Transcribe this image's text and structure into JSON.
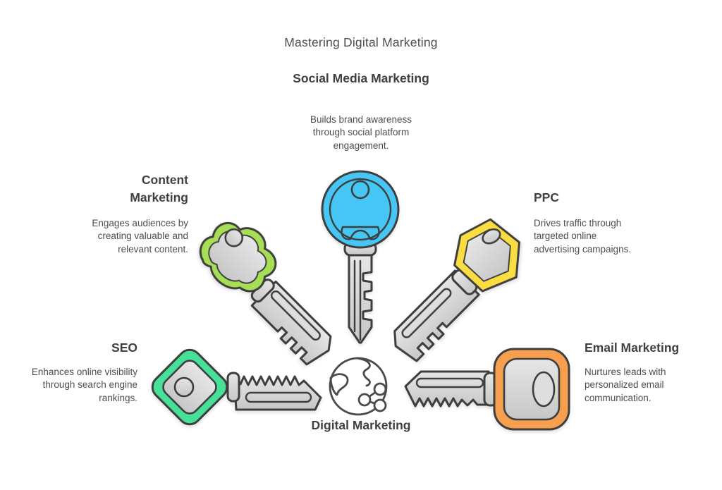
{
  "title": "Mastering Digital Marketing",
  "center": {
    "label": "Digital Marketing",
    "icon": "globe-share-icon"
  },
  "colors": {
    "stroke": "#3e3e3e",
    "metal": "#d5d5d5",
    "metal-light": "#e6e6e6",
    "metal-dark": "#c7c7c7"
  },
  "nodes": [
    {
      "id": "social-media-marketing",
      "label": "Social Media Marketing",
      "description": "Builds brand awareness through social platform engagement.",
      "key_color": "#45c6f4"
    },
    {
      "id": "content-marketing",
      "label": "Content Marketing",
      "description": "Engages audiences by creating valuable and relevant content.",
      "key_color": "#a6de55"
    },
    {
      "id": "ppc",
      "label": "PPC",
      "description": "Drives traffic through targeted online advertising campaigns.",
      "key_color": "#fadd42"
    },
    {
      "id": "seo",
      "label": "SEO",
      "description": "Enhances online visibility through search engine rankings.",
      "key_color": "#47e099"
    },
    {
      "id": "email-marketing",
      "label": "Email Marketing",
      "description": "Nurtures leads with personalized email communication.",
      "key_color": "#f6a04f"
    }
  ]
}
